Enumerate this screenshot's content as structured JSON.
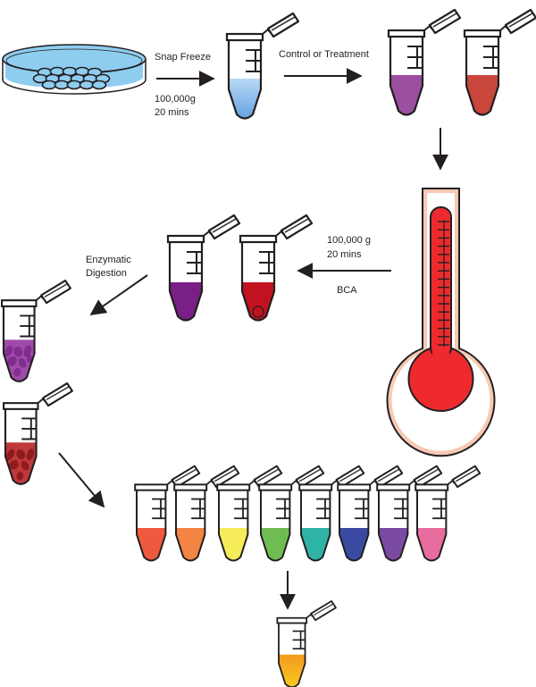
{
  "labels": {
    "snap_freeze": "Snap Freeze",
    "centrifuge_speed_1": "100,000g",
    "centrifuge_time_1": "20 mins",
    "control_or_treatment": "Control or Treatment",
    "centrifuge_speed_2": "100,000 g",
    "centrifuge_time_2": "20 mins",
    "bca": "BCA",
    "enzymatic": "Enzymatic",
    "digestion": "Digestion"
  },
  "colors": {
    "outline": "#231f20",
    "dish_media": "#8ecdf0",
    "snap_tube_top": "#b9d9f3",
    "snap_tube_bottom": "#4a8fdc",
    "control": "#9b4f9f",
    "treatment": "#c9463d",
    "thermometer_red": "#ee2a2f",
    "thermometer_frame": "#f6c9b4",
    "pellet_purple": "#7a1f86",
    "pellet_red": "#c1121f",
    "digest_purple_bg": "#a04aa8",
    "digest_purple_spots": "#7f2d8e",
    "digest_red_bg": "#c0393a",
    "digest_red_spots": "#8e1b1e",
    "final_orange": "#f39a1e",
    "final_yellow": "#fbd91f"
  },
  "fraction_colors": [
    "#ef5a3e",
    "#f48443",
    "#f6ec5a",
    "#6fbd52",
    "#2fb3a4",
    "#3a4aa0",
    "#7b4aa3",
    "#e86c9d"
  ]
}
